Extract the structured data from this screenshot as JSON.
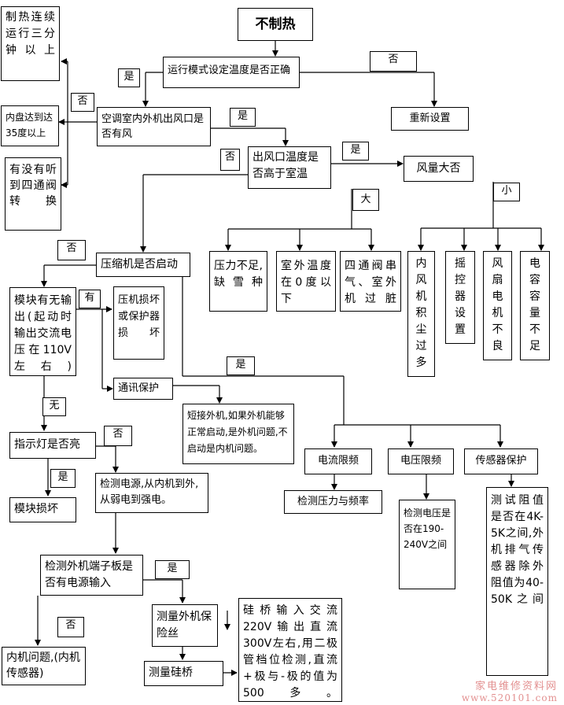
{
  "nodes": {
    "no_heat": "不制热",
    "mode_temp": "运行模式设定温度是否正确",
    "reset": "重新设置",
    "airflow": "空调室内外机出风口是否有风",
    "outlet_temp": "出风口温度是否高于室温",
    "fan_big": "风量大否",
    "compressor": "压缩机是否启动",
    "heat_3min": "制热连续运行三分钟以上",
    "coil_35": "内盘达到达35度以上",
    "four_way": "有没有听到四通阀转换",
    "pressure_low": "压力不足,缺雪种",
    "outdoor_0": "室外温度在0度以下",
    "valve_leak": "四通阀串气、室外机过脏",
    "indoor_dust": "内风机积尘过多",
    "remote_set": "摇控器设置",
    "fan_motor": "风扇电机不良",
    "capacitor": "电容容量不足",
    "module_out": "模块有无输出(起动时输出交流电压在110V左右)",
    "comp_damage": "压机损坏或保护器损坏",
    "comm_protect": "通讯保护",
    "short_outdoor": "短接外机,如果外机能够正常启动,是外机问题,不启动是内机问题。",
    "indicator": "指示灯是否亮",
    "module_bad": "模块损坏",
    "check_power": "检测电源,从内机到外,从弱电到强电。",
    "current_limit": "电流限频",
    "voltage_limit": "电压限频",
    "sensor_protect": "传感器保护",
    "check_pressure_freq": "检测压力与频率",
    "check_voltage": "检测电压是否在190-240V之间",
    "sensor_test": "测试阻值是否在4K-5K之间,外机排气传感器除外阻值为40-50K之间",
    "terminal_power": "检测外机端子板是否有电源输入",
    "indoor_problem": "内机问题,(内机传感器)",
    "measure_fuse": "测量外机保险丝",
    "measure_bridge": "测量硅桥",
    "bridge_detail": "硅桥输入交流220V输出直流300V左右,用二极管档位检测,直流+极与-极的值为500多。"
  },
  "labels": {
    "yes": "是",
    "no": "否",
    "have": "有",
    "none": "无",
    "big": "大",
    "small": "小"
  },
  "watermark": {
    "line1": "家电维修资料网",
    "line2": "www.520101.com"
  }
}
